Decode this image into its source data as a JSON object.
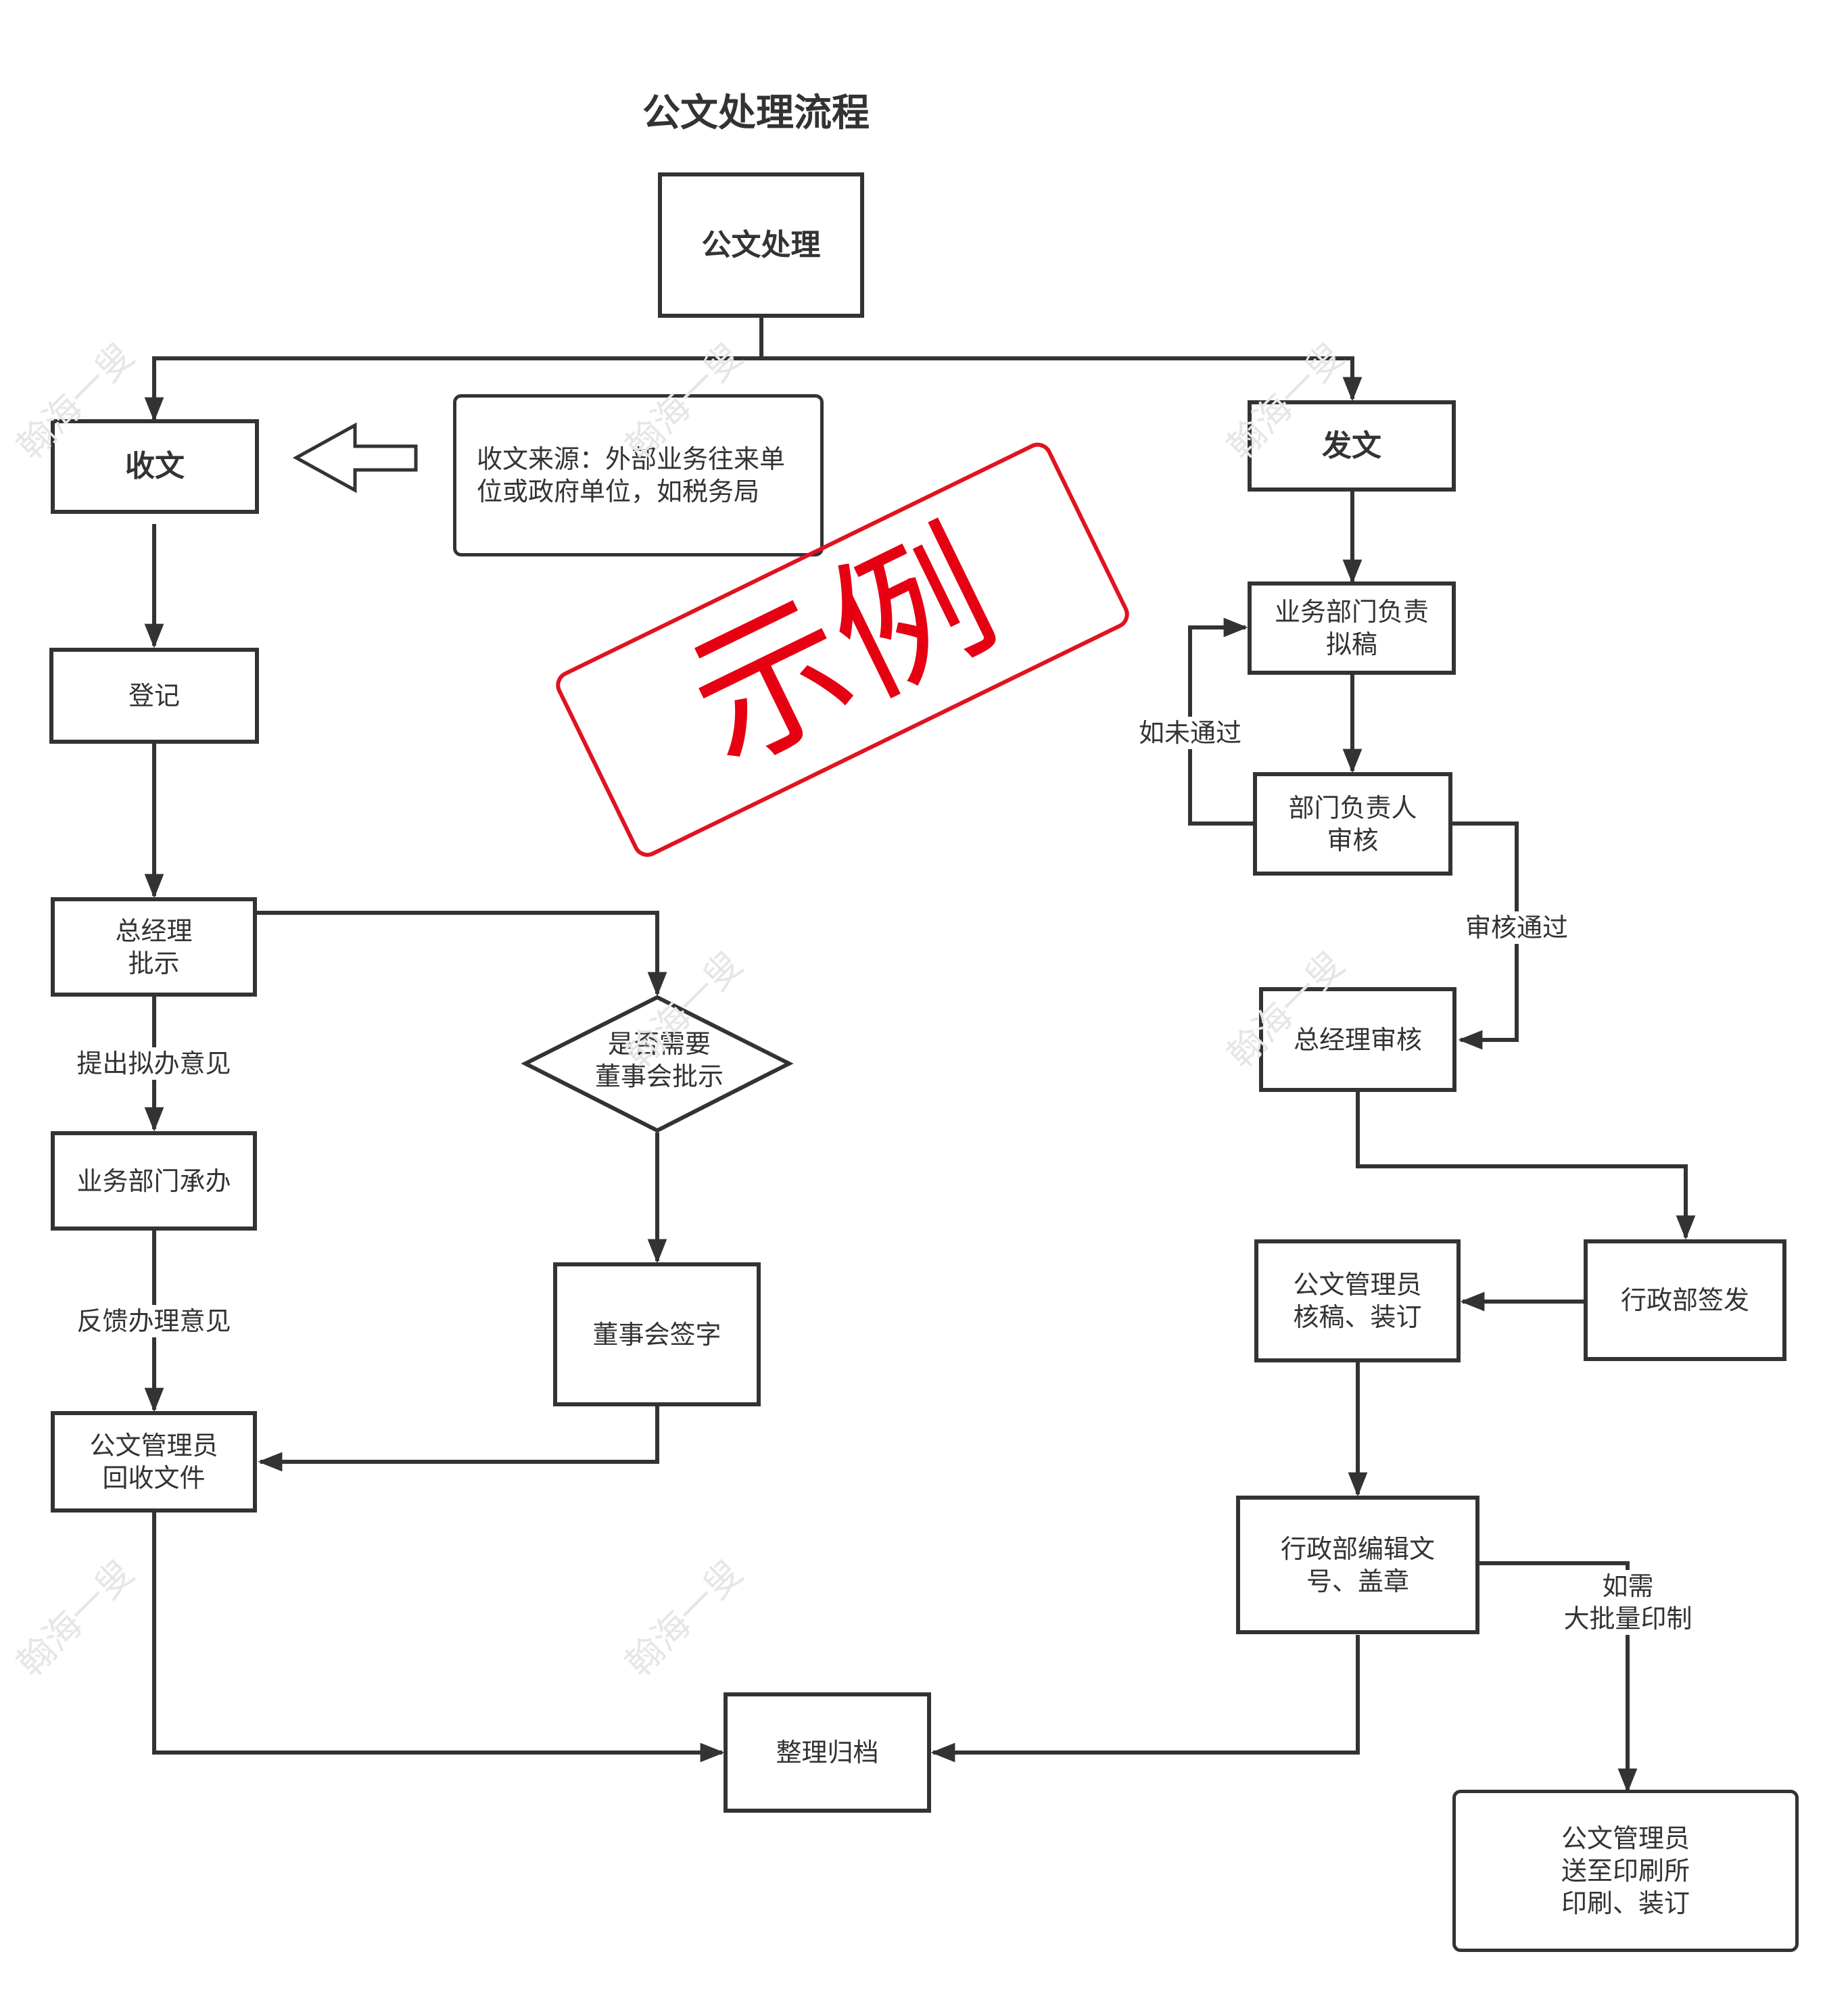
{
  "title": "公文处理流程",
  "colors": {
    "line": "#333333",
    "stamp": "#e60012",
    "watermark": "#e6e6e6"
  },
  "nodes": {
    "root": "公文处理",
    "receive": "收文",
    "source_note": "收文来源：外部业务往来单\n位或政府单位，如税务局",
    "register": "登记",
    "gm_instruct": "总经理\n批示",
    "dept_handle": "业务部门承办",
    "collect": "公文管理员\n回收文件",
    "archive": "整理归档",
    "board_decision": "是否需要\n董事会批示",
    "board_sign": "董事会签字",
    "send": "发文",
    "draft": "业务部门负责\n拟稿",
    "dept_review": "部门负责人\n审核",
    "gm_review": "总经理审核",
    "admin_issue": "行政部签发",
    "doc_check": "公文管理员\n核稿、装订",
    "admin_edit": "行政部编辑文\n号、盖章",
    "print": "公文管理员\n送至印刷所\n印刷、装订"
  },
  "edge_labels": {
    "propose": "提出拟办意见",
    "feedback": "反馈办理意见",
    "not_passed": "如未通过",
    "passed": "审核通过",
    "mass_print": "如需\n大批量印制"
  },
  "stamp": "示例",
  "watermark": "翰海一叟"
}
